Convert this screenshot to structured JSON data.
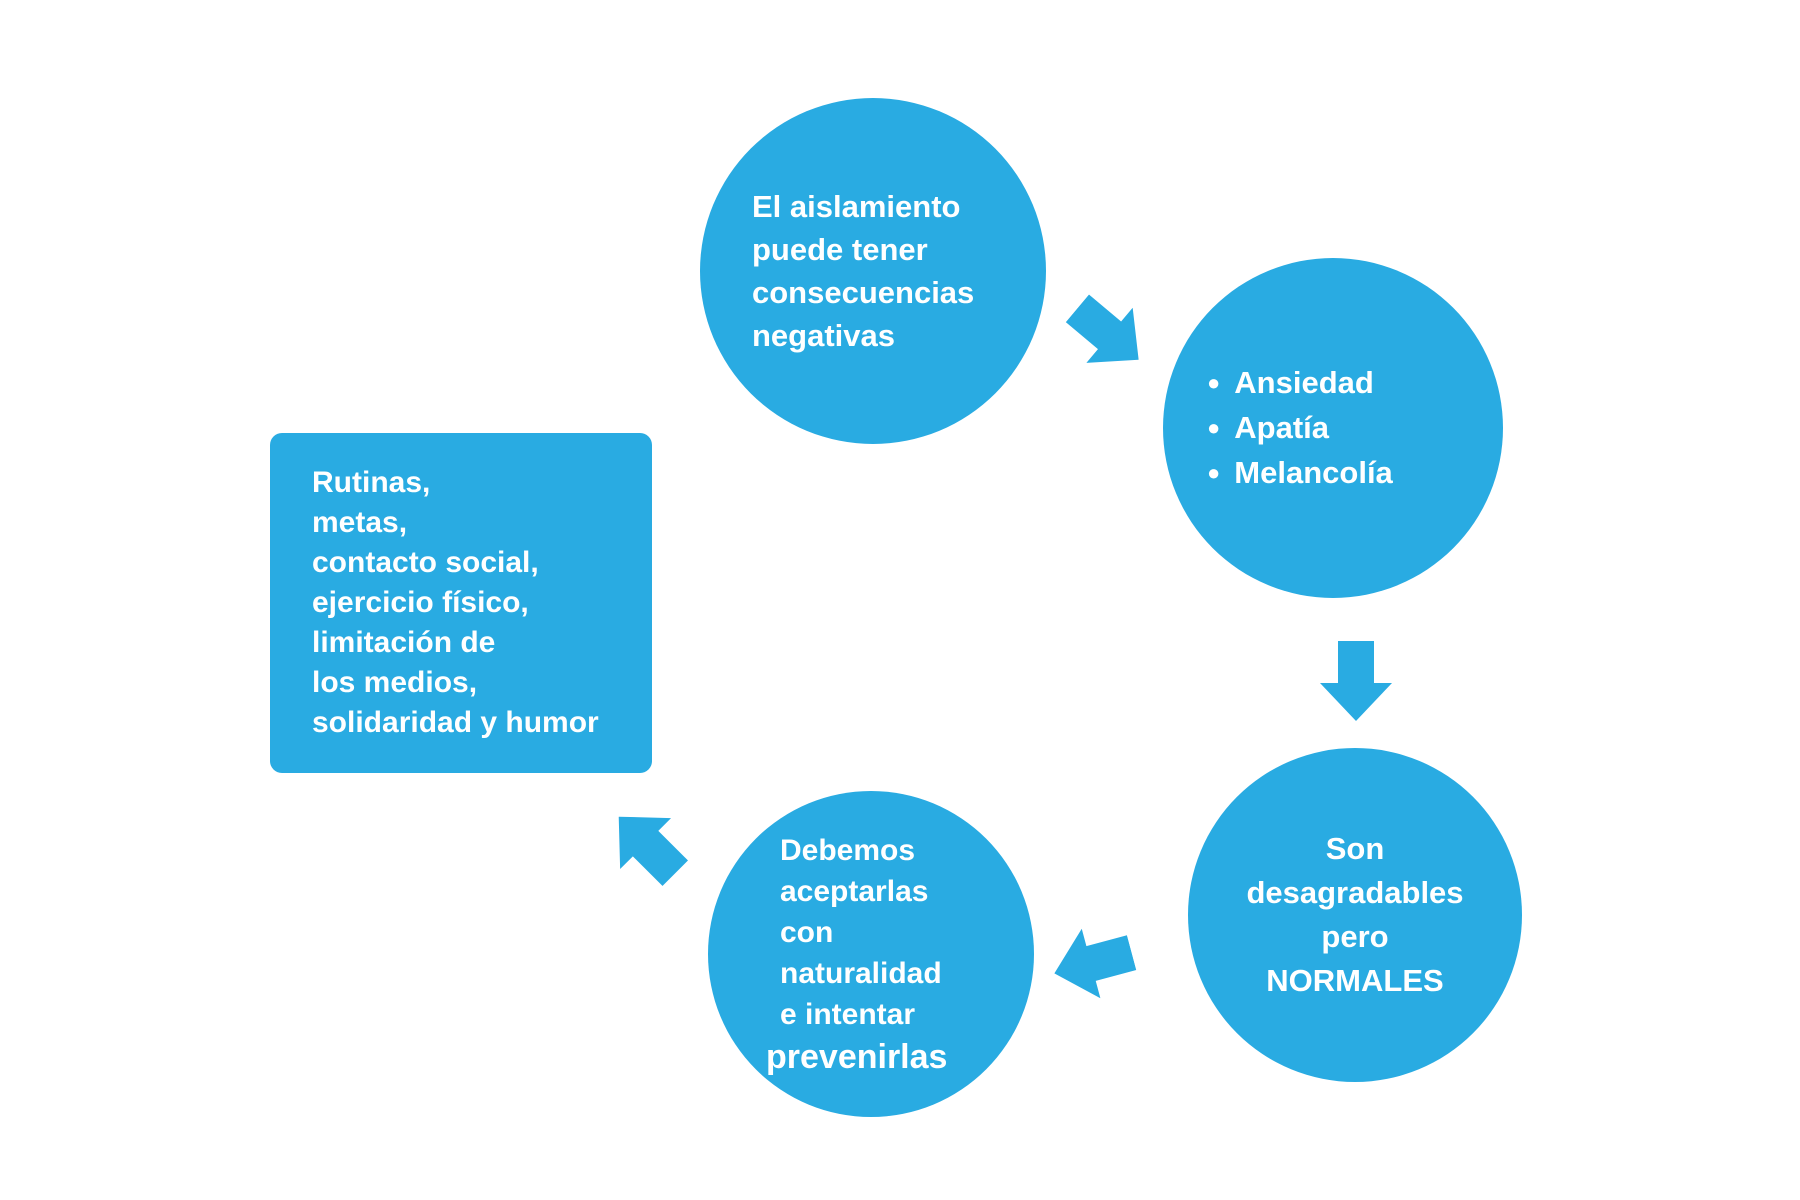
{
  "diagram": {
    "colors": {
      "accent": "#29ABE2",
      "text": "#FFFFFF",
      "background": "#FFFFFF"
    },
    "nodes": {
      "isolation": {
        "shape": "circle",
        "lines": [
          "El aislamiento",
          "puede tener",
          "consecuencias",
          "negativas"
        ]
      },
      "symptoms": {
        "shape": "circle",
        "bullet_char": "●",
        "items": [
          "Ansiedad",
          "Apatía",
          "Melancolía"
        ]
      },
      "normales": {
        "shape": "circle",
        "lines": [
          "Son",
          "desagradables",
          "pero",
          "NORMALES"
        ]
      },
      "accept": {
        "shape": "circle",
        "lines": [
          "Debemos",
          "aceptarlas",
          "con",
          "naturalidad",
          "e intentar"
        ],
        "emphasis_line": "prevenirlas"
      },
      "strategies": {
        "shape": "rounded-square",
        "lines": [
          "Rutinas,",
          "metas,",
          "contacto social,",
          "ejercicio físico,",
          "limitación de",
          "los medios,",
          "solidaridad y humor"
        ]
      }
    },
    "arrows": [
      {
        "id": "arrow-isolation-to-symptoms",
        "direction": "down-right"
      },
      {
        "id": "arrow-symptoms-to-normales",
        "direction": "down"
      },
      {
        "id": "arrow-normales-to-accept",
        "direction": "left"
      },
      {
        "id": "arrow-accept-to-strategies",
        "direction": "up-left"
      }
    ]
  }
}
